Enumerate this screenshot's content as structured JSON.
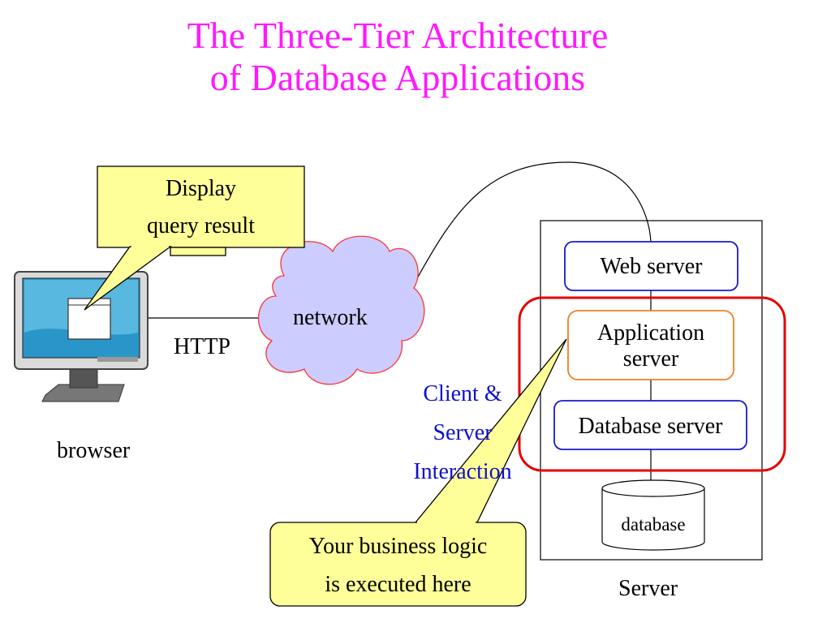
{
  "title": {
    "line1": "The Three-Tier Architecture",
    "line2": "of Database Applications"
  },
  "diagram": {
    "callout_top": {
      "line1": "Display",
      "line2": "query result"
    },
    "network_label": "network",
    "http_label": "HTTP",
    "browser_label": "browser",
    "interaction_label": {
      "line1": "Client &",
      "line2": "Server",
      "line3": "Interaction"
    },
    "web_server": "Web server",
    "app_server": {
      "line1": "Application",
      "line2": "server"
    },
    "db_server": "Database server",
    "database": "database",
    "server_label": "Server",
    "callout_bottom": {
      "line1": "Your business logic",
      "line2": "is executed here"
    }
  },
  "colors": {
    "title": "#ff19ff",
    "callout_fill": "#ffff99",
    "cloud_fill": "#ccccff",
    "cloud_stroke": "#ff3333",
    "highlight_stroke": "#e60000",
    "server_box_stroke": "#1a1acc",
    "app_box_stroke": "#f08020"
  },
  "icons": [
    "computer-monitor-icon",
    "cloud-icon",
    "database-cylinder-icon"
  ]
}
